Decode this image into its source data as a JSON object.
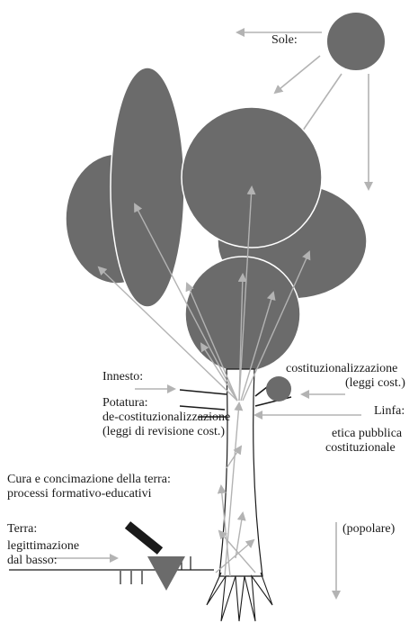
{
  "labels": {
    "sole": "Sole:",
    "costituzionalizzazione": "costituzionalizzazione",
    "leggi_cost": "(leggi cost.)",
    "innesto": "Innesto:",
    "potatura": "Potatura:",
    "de_costituzionalizzazione": "de-costituzionalizzazione",
    "leggi_revisione": "(leggi di revisione cost.)",
    "linfa": "Linfa:",
    "etica_pubblica": "etica pubblica",
    "costituzionale": "costituzionale",
    "cura": "Cura e concimazione della terra:",
    "processi": "processi formativo-educativi",
    "terra": "Terra:",
    "legittimazione": "legittimazione",
    "dal_basso": "dal basso:",
    "popolare": "(popolare)"
  },
  "colors": {
    "foliage": "#6b6b6b",
    "arrow": "#b3b3b3",
    "ink": "#1a1a1a"
  }
}
